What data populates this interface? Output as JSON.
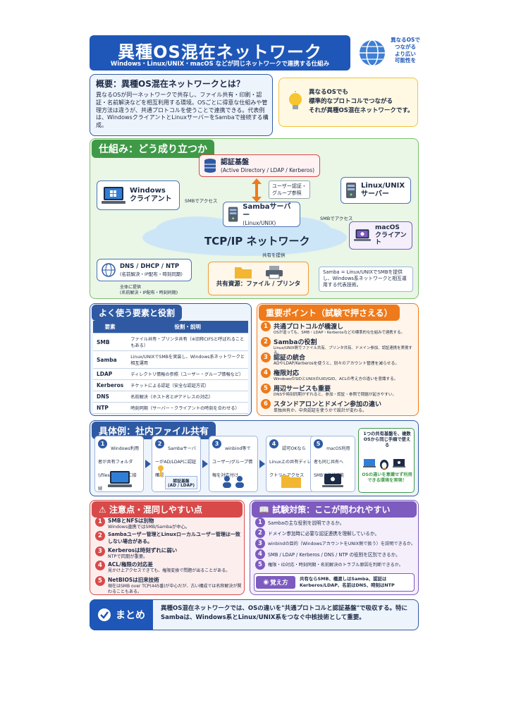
{
  "header": {
    "title": "異種OS混在ネットワーク",
    "subtitle": "Windows・Linux/UNIX・macOS などが同じネットワークで連携する仕組み",
    "globe_text": "異なるOSで\nつながる\nより広い\n可能性を"
  },
  "overview": {
    "title": "概要：異種OS混在ネットワークとは？",
    "body": "異なるOSが同一ネットワークで共存し、ファイル共有・印刷・認証・名前解決などを相互利用する環境。OSごとに得意な仕組みや管理方法は違うが、共通プロトコルを使うことで連携できる。代表例は、WindowsクライアントとLinuxサーバーをSambaで接続する構成。",
    "callout": "異なるOSでも\n標準的なプロトコルでつながる\nそれが異種OS混在ネットワークです。"
  },
  "mechanism": {
    "title": "仕組み：どう成り立つか",
    "auth_title": "認証基盤",
    "auth_sub": "(Active Directory / LDAP / Kerberos)",
    "auth_label": "ユーザー認証・\nグループ参照",
    "windows_title": "Windows\nクライアント",
    "linux_title": "Linux/UNIX\nサーバー",
    "samba_title": "Sambaサーバー",
    "samba_sub": "(Linux/UNIX)",
    "smb_left": "SMBでアクセス",
    "smb_right": "SMBでアクセス",
    "mac_title": "macOS\nクライアント",
    "network": "TCP/IP ネットワーク",
    "share_label": "共有を提供",
    "dns_title": "DNS / DHCP / NTP",
    "dns_sub": "(名前解決・IP配布・時刻同期)",
    "dns_label": "全体に提供\n(名前解決・IP配布・時刻同期)",
    "share_title": "共有資源：ファイル / プリンタ",
    "note": "Samba = Linux/UNIXでSMBを提供し、Windows系ネットワークと相互運用する代表技術。"
  },
  "elements": {
    "title": "よく使う要素と役割",
    "headers": [
      "要素",
      "役割・説明"
    ],
    "rows": [
      [
        "SMB",
        "ファイル共有・プリンタ共有（※旧称CIFSと呼ばれることもある）"
      ],
      [
        "Samba",
        "Linux/UNIXでSMBを実装し、Windows系ネットワークと相互運用"
      ],
      [
        "LDAP",
        "ディレクトリ情報の参照（ユーザー・グループ情報など）"
      ],
      [
        "Kerberos",
        "チケットによる認証（安全な認証方式）"
      ],
      [
        "DNS",
        "名前解決（ホスト名とIPアドレスの対応）"
      ],
      [
        "NTP",
        "時刻同期（サーバー・クライアントの時刻を合わせる）"
      ]
    ]
  },
  "points": {
    "title": "重要ポイント（試験で押さえる）",
    "items": [
      {
        "num": "1",
        "title": "共通プロトコルが橋渡し",
        "desc": "OSが違っても、SMB・LDAP・Kerberosなどの標準的な仕組みで連携する。"
      },
      {
        "num": "2",
        "title": "Sambaの役割",
        "desc": "Linux/UNIX側でファイル共有、プリンタ共有、ドメイン参加、認証連携を実現する。"
      },
      {
        "num": "3",
        "title": "認証の統合",
        "desc": "ADやLDAP/Kerberosを使うと、別々のアカウント管理を減らせる。"
      },
      {
        "num": "4",
        "title": "権限対応",
        "desc": "WindowsのSIDとUNIXのUID/GID、ACLの考え方の違いを意識する。"
      },
      {
        "num": "5",
        "title": "周辺サービスも重要",
        "desc": "DNSや時刻同期がずれると、参加・認証・参照で問題が起きやすい。"
      },
      {
        "num": "6",
        "title": "スタンドアロンとドメイン参加の違い",
        "desc": "単独共有か、中央認証を使うかで設計が変わる。"
      }
    ]
  },
  "example": {
    "title": "具体例：社内ファイル共有",
    "steps": [
      {
        "num": "1",
        "text": "Windows利用者が共有フォルダ\\\\filesrv\\shareに接続"
      },
      {
        "num": "2",
        "text": "SambaサーバーがAD/LDAPに認証確認"
      },
      {
        "num": "3",
        "text": "winbind等でユーザー/グループ情報を対応付け"
      },
      {
        "num": "4",
        "text": "認可OKならLinux上の共有ディレクトリへアクセス"
      },
      {
        "num": "5",
        "text": "macOS利用者も同じ共有へSMBで接続可能"
      }
    ],
    "auth_label": "認証基盤\n(AD / LDAP)",
    "side_top": "1つの共有基盤を、複数OSから同じ手順で使える",
    "side_bottom": "OSの違いを意識せず利用できる環境を実現！"
  },
  "caution": {
    "title": "注意点・混同しやすい点",
    "items": [
      {
        "num": "1",
        "title": "SMBとNFSは別物",
        "desc": "Windows連携ではSMB/Sambaが中心。"
      },
      {
        "num": "2",
        "title": "Sambaユーザー管理とLinuxローカルユーザー管理は一致しない場合がある。",
        "desc": ""
      },
      {
        "num": "3",
        "title": "Kerberosは時刻ずれに弱い",
        "desc": "NTPで同期が重要。"
      },
      {
        "num": "4",
        "title": "ACL/権限の対応差",
        "desc": "見かけ上アクセスできても、権限変換で問題が出ることがある。"
      },
      {
        "num": "5",
        "title": "NetBIOSは旧来技術",
        "desc": "現在はSMB over TCP(445番)が中心だが、古い構成では名称解決が関わることもある。"
      }
    ]
  },
  "exam": {
    "title": "試験対策：ここが問われやすい",
    "items": [
      {
        "num": "1",
        "text": "Sambaの主な役割を説明できるか。"
      },
      {
        "num": "2",
        "text": "ドメイン参加時に必要な認証連携を理解しているか。"
      },
      {
        "num": "3",
        "text": "winbindの目的（WindowsアカウントをUNIX側で扱う）を説明できるか。"
      },
      {
        "num": "4",
        "text": "SMB / LDAP / Kerberos / DNS / NTP の役割を区別できるか。"
      },
      {
        "num": "5",
        "text": "権限・ID対応・時刻同期・名前解決のトラブル原因を判断できるか。"
      }
    ],
    "memo_label": "覚え方",
    "memo_text": "共有ならSMB、橋渡しはSamba、認証はKerberos/LDAP、名前はDNS、時刻はNTP"
  },
  "summary": {
    "label": "まとめ",
    "text": "異種OS混在ネットワークでは、OSの違いを\"共通プロトコルと認証基盤\"で吸収する。特にSambaは、Windows系とLinux/UNIX系をつなぐ中核技術として重要。"
  },
  "colors": {
    "blue": "#2f5aa3",
    "orange": "#ee7a1b",
    "red": "#d84a4a",
    "purple": "#7d5bbf",
    "green": "#3f9a48"
  }
}
